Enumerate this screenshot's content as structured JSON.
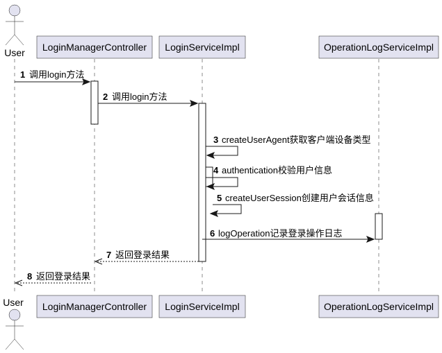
{
  "diagram": {
    "participants": {
      "user": "User",
      "controller": "LoginManagerController",
      "service": "LoginServiceImpl",
      "oplog": "OperationLogServiceImpl"
    },
    "messages": [
      {
        "num": "1",
        "text": "调用login方法"
      },
      {
        "num": "2",
        "text": "调用login方法"
      },
      {
        "num": "3",
        "text": "createUserAgent获取客户端设备类型"
      },
      {
        "num": "4",
        "text": "authentication校验用户信息"
      },
      {
        "num": "5",
        "text": "createUserSession创建用户会话信息"
      },
      {
        "num": "6",
        "text": "logOperation记录登录操作日志"
      },
      {
        "num": "7",
        "text": "返回登录结果"
      },
      {
        "num": "8",
        "text": "返回登录结果"
      }
    ]
  }
}
